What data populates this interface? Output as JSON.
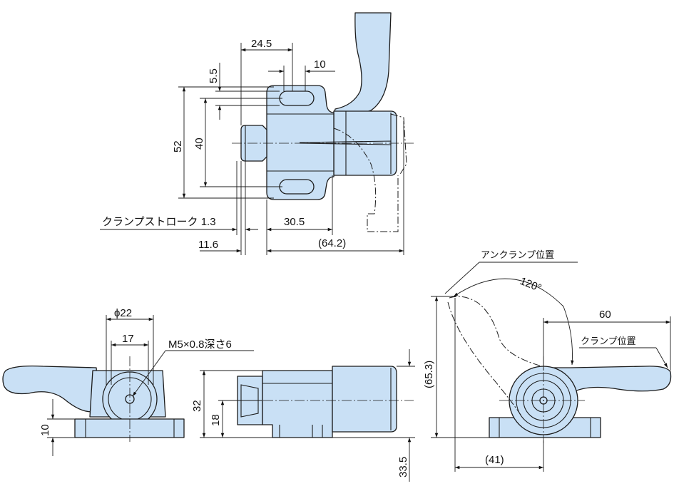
{
  "dims": {
    "d24_5": "24.5",
    "d10_top": "10",
    "d5_5": "5.5",
    "d52": "52",
    "d40": "40",
    "stroke_label": "クランプストローク 1.3",
    "d30_5": "30.5",
    "d11_6": "11.6",
    "d64_2": "(64.2)",
    "phi22": "ϕ22",
    "d17": "17",
    "thread": "M5×0.8深さ6",
    "d10_side": "10",
    "d32": "32",
    "d18": "18",
    "d33_5": "33.5",
    "unclamp": "アンクランプ位置",
    "angle": "120°",
    "d60": "60",
    "clamp": "クランプ位置",
    "d65_3": "(65.3)",
    "d41": "(41)"
  }
}
